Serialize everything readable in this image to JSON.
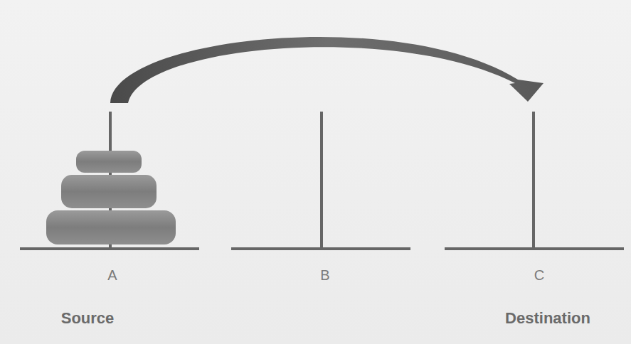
{
  "diagram": {
    "labels": [
      "A",
      "B",
      "C",
      "Source",
      "Destination"
    ]
  }
}
